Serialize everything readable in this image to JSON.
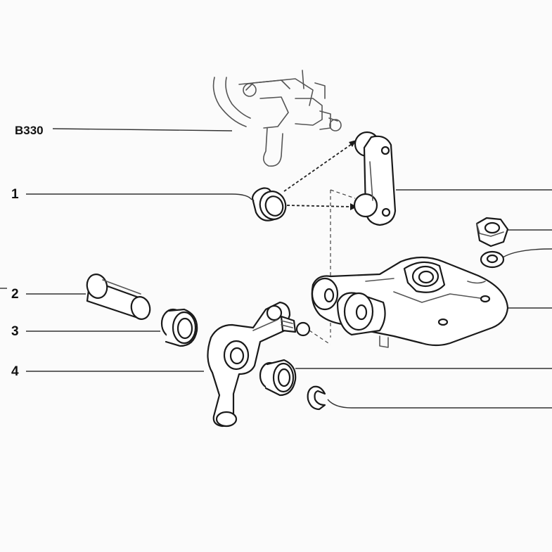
{
  "diagram": {
    "labels": {
      "b330": "B330",
      "p1": "1",
      "p2": "2",
      "p3": "3",
      "p4": "4"
    }
  }
}
